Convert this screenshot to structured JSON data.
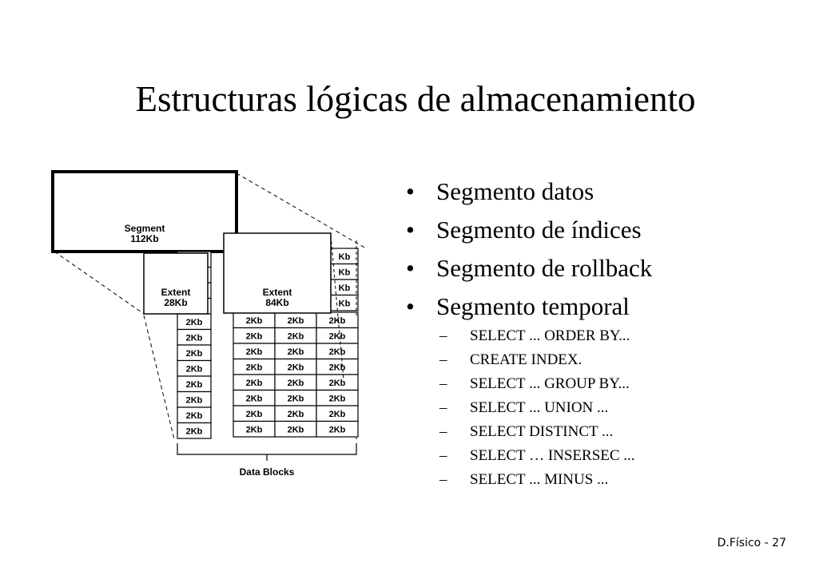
{
  "slide": {
    "title": "Estructuras lógicas de almacenamiento",
    "footer": "D.Físico - 27"
  },
  "bullets": [
    {
      "marker": "•",
      "text": "Segmento datos"
    },
    {
      "marker": "•",
      "text": "Segmento de índices"
    },
    {
      "marker": "•",
      "text": "Segmento de rollback"
    },
    {
      "marker": "•",
      "text": "Segmento temporal"
    }
  ],
  "subitems": [
    {
      "marker": "–",
      "text": "SELECT ... ORDER BY..."
    },
    {
      "marker": "–",
      "text": "CREATE INDEX."
    },
    {
      "marker": "–",
      "text": "SELECT ... GROUP BY..."
    },
    {
      "marker": "–",
      "text": "SELECT ... UNION ..."
    },
    {
      "marker": "–",
      "text": "SELECT DISTINCT ..."
    },
    {
      "marker": "–",
      "text": "SELECT … INSERSEC ..."
    },
    {
      "marker": "–",
      "text": "SELECT ... MINUS ..."
    }
  ],
  "diagram": {
    "segment": {
      "name": "Segment",
      "size": "112Kb"
    },
    "extent1": {
      "name": "Extent",
      "size": "28Kb"
    },
    "extent2": {
      "name": "Extent",
      "size": "84Kb"
    },
    "block_label": "2Kb",
    "block_label_partial": "Kb",
    "data_blocks_label": "Data Blocks"
  }
}
